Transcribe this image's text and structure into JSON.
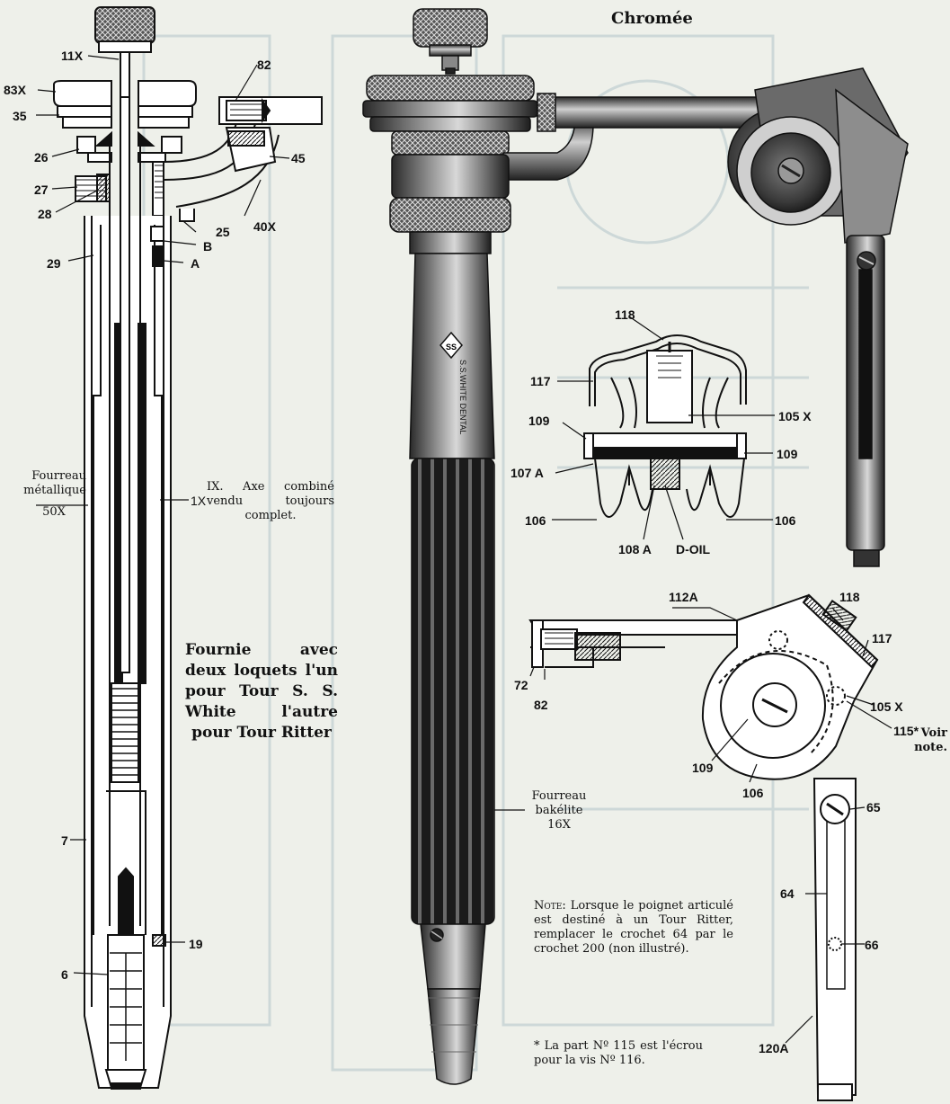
{
  "title": "Chromée",
  "labels": {
    "l11x": "11X",
    "l83x": "83X",
    "l35": "35",
    "l26": "26",
    "l27": "27",
    "l28": "28",
    "l29": "29",
    "l25": "25",
    "lB": "B",
    "lA": "A",
    "l82top": "82",
    "l45": "45",
    "l40x": "40X",
    "l1x": "1X",
    "l7": "7",
    "l19": "19",
    "l6": "6",
    "l118a": "118",
    "l117a": "117",
    "l109a": "109",
    "l105xa": "105 X",
    "l109b": "109",
    "l107a": "107 A",
    "l106a": "106",
    "l106b": "106",
    "l108a": "108 A",
    "ldoil": "D-OIL",
    "l112a": "112A",
    "l118b": "118",
    "l117b": "117",
    "l72": "72",
    "l82b": "82",
    "l105xb": "105 X",
    "l115": "115*",
    "l109c": "109",
    "l106c": "106",
    "l65": "65",
    "l64": "64",
    "l66": "66",
    "l120a": "120A"
  },
  "captions": {
    "fourreau_metal_1": "Fourreau",
    "fourreau_metal_2": "métallique",
    "fourreau_metal_3": "50X",
    "axe": "IX. Axe combiné vendu toujours complet.",
    "fournie": "Fournie avec deux loquets l'un pour Tour S. S. White l'autre pour Tour Ritter",
    "fourreau_bak_1": "Fourreau",
    "fourreau_bak_2": "bakélite",
    "fourreau_bak_3": "16X",
    "voir_1": "Voir",
    "voir_2": "note.",
    "note_label": "Note:",
    "note": "Lorsque le poignet articulé est destiné à un Tour Ritter, remplacer le crochet 64 par le crochet 200 (non illustré).",
    "footnote": "* La part Nº 115 est l'écrou pour la vis Nº 116.",
    "engraving": "S.S.WHITE DENTAL",
    "logo": "SS"
  }
}
